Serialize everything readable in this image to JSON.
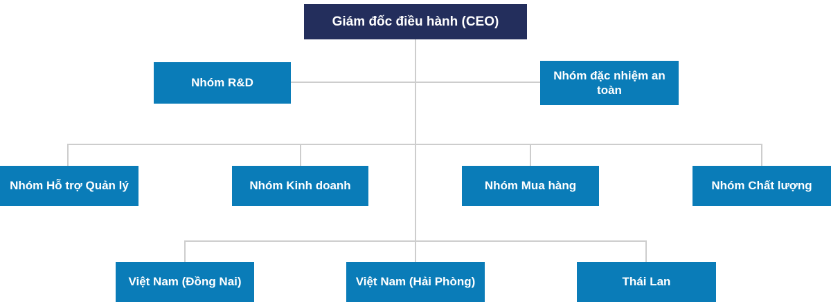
{
  "org_chart": {
    "title": "Organization chart",
    "colors": {
      "root_bg": "#232e5c",
      "node_bg": "#0a7cb8",
      "node_text": "#ffffff",
      "connector": "#cdcdcd"
    },
    "root": {
      "label": "Giám đốc điều hành (CEO)"
    },
    "staff": [
      {
        "label": "Nhóm R&D"
      },
      {
        "label": "Nhóm đặc nhiệm an toàn"
      }
    ],
    "departments": [
      {
        "label": "Nhóm Hỗ trợ Quản lý"
      },
      {
        "label": "Nhóm Kinh doanh"
      },
      {
        "label": "Nhóm Mua hàng"
      },
      {
        "label": "Nhóm Chất lượng"
      }
    ],
    "sites": [
      {
        "label": "Việt Nam (Đồng Nai)"
      },
      {
        "label": "Việt Nam (Hải Phòng)"
      },
      {
        "label": "Thái Lan"
      }
    ]
  }
}
